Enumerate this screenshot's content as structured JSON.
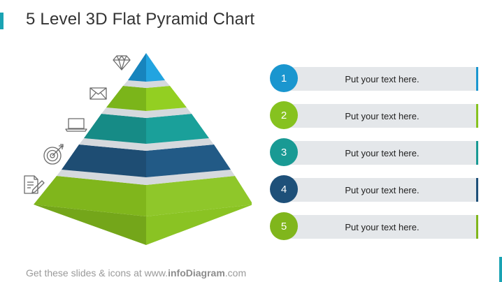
{
  "title": "5 Level 3D Flat Pyramid Chart",
  "footer": {
    "prefix": "Get these slides & icons at www.",
    "brand": "infoDiagram",
    "suffix": ".com"
  },
  "colors": {
    "level1": "#1a96cf",
    "level2": "#86c21f",
    "level3": "#199a94",
    "level4": "#1e5079",
    "level5": "#80b61c",
    "bar": "#e4e7ea",
    "accent": "#1aa3b3"
  },
  "icons": [
    "diamond-icon",
    "envelope-icon",
    "laptop-icon",
    "target-icon",
    "document-edit-icon"
  ],
  "items": [
    {
      "number": "1",
      "text": "Put your text here.",
      "color": "#1a96cf"
    },
    {
      "number": "2",
      "text": "Put your text here.",
      "color": "#86c21f"
    },
    {
      "number": "3",
      "text": "Put your text here.",
      "color": "#199a94"
    },
    {
      "number": "4",
      "text": "Put your text here.",
      "color": "#1e5079"
    },
    {
      "number": "5",
      "text": "Put your text here.",
      "color": "#80b61c"
    }
  ]
}
